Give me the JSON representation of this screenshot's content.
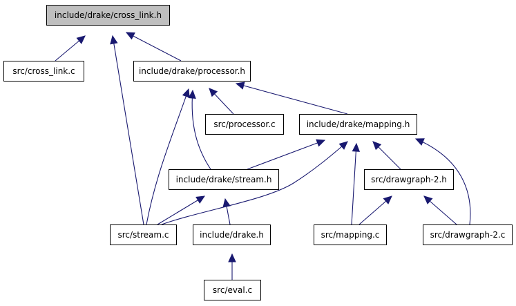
{
  "graph": {
    "root": "include/drake/cross_link.h",
    "colors": {
      "edge": "#191970",
      "root_fill": "#bfbfbf",
      "node_fill": "#ffffff",
      "border": "#000000"
    },
    "nodes": [
      {
        "id": "cross_link_h",
        "label": "include/drake/cross_link.h",
        "root": true
      },
      {
        "id": "cross_link_c",
        "label": "src/cross_link.c"
      },
      {
        "id": "processor_h",
        "label": "include/drake/processor.h"
      },
      {
        "id": "processor_c",
        "label": "src/processor.c"
      },
      {
        "id": "mapping_h",
        "label": "include/drake/mapping.h"
      },
      {
        "id": "stream_h",
        "label": "include/drake/stream.h"
      },
      {
        "id": "drawgraph2_h",
        "label": "src/drawgraph-2.h"
      },
      {
        "id": "stream_c",
        "label": "src/stream.c"
      },
      {
        "id": "drake_h",
        "label": "include/drake.h"
      },
      {
        "id": "mapping_c",
        "label": "src/mapping.c"
      },
      {
        "id": "drawgraph2_c",
        "label": "src/drawgraph-2.c"
      },
      {
        "id": "eval_c",
        "label": "src/eval.c"
      }
    ],
    "edges": [
      {
        "from": "cross_link_c",
        "to": "cross_link_h"
      },
      {
        "from": "processor_h",
        "to": "cross_link_h"
      },
      {
        "from": "stream_c",
        "to": "cross_link_h"
      },
      {
        "from": "processor_c",
        "to": "processor_h"
      },
      {
        "from": "mapping_h",
        "to": "processor_h"
      },
      {
        "from": "stream_h",
        "to": "processor_h"
      },
      {
        "from": "stream_c",
        "to": "processor_h"
      },
      {
        "from": "stream_h",
        "to": "mapping_h"
      },
      {
        "from": "stream_c",
        "to": "mapping_h"
      },
      {
        "from": "mapping_c",
        "to": "mapping_h"
      },
      {
        "from": "drawgraph2_h",
        "to": "mapping_h"
      },
      {
        "from": "drawgraph2_c",
        "to": "mapping_h"
      },
      {
        "from": "stream_c",
        "to": "stream_h"
      },
      {
        "from": "drake_h",
        "to": "stream_h"
      },
      {
        "from": "mapping_c",
        "to": "drawgraph2_h"
      },
      {
        "from": "drawgraph2_c",
        "to": "drawgraph2_h"
      },
      {
        "from": "eval_c",
        "to": "drake_h"
      }
    ]
  }
}
